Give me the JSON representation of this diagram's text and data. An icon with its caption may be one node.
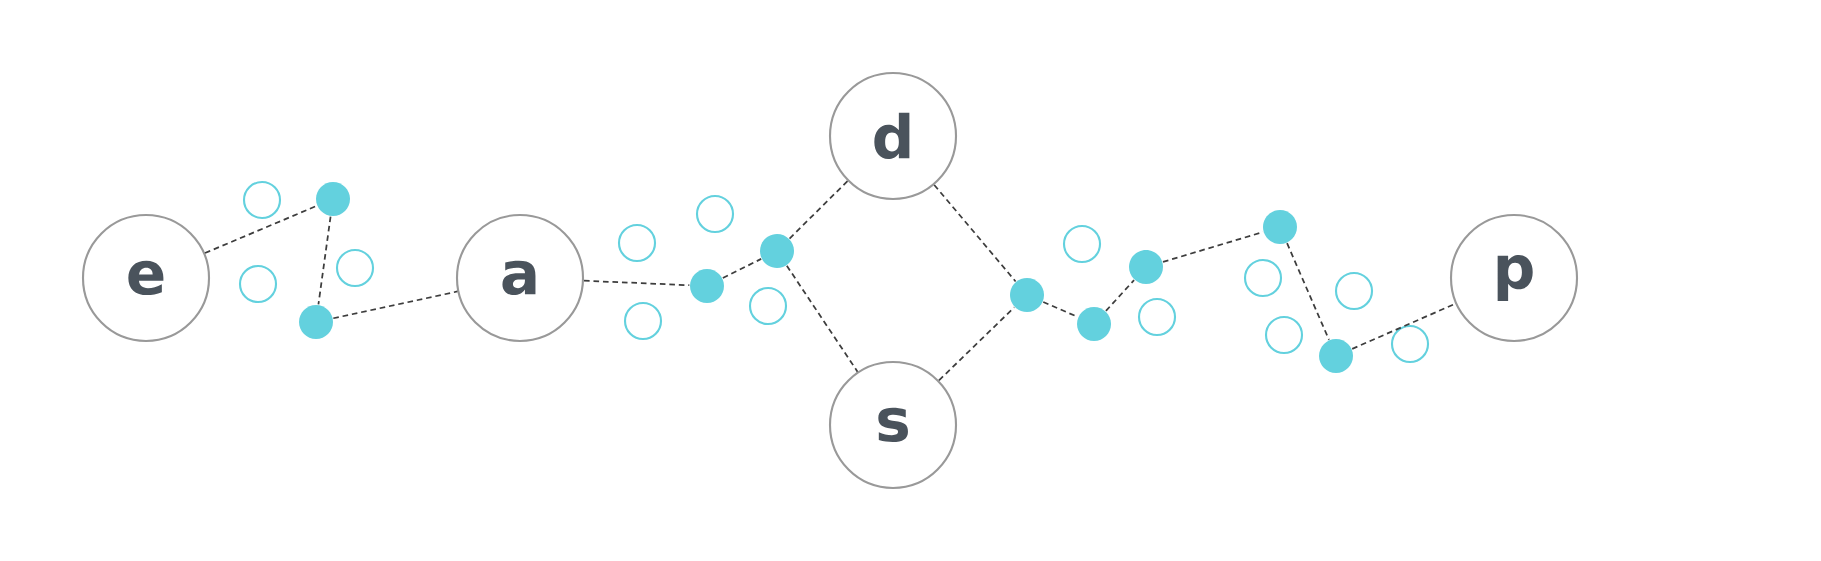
{
  "diagram": {
    "nodes": [
      {
        "text": [
          "e"
        ]
      },
      {
        "text": [],
        "shape": "circle"
      },
      {
        "text": [],
        "shape": "dot"
      },
      {
        "text": [],
        "shape": "circle"
      },
      {
        "text": [],
        "shape": "circle"
      },
      {
        "text": [],
        "shape": "dot"
      },
      {
        "text": [
          "a"
        ]
      },
      {
        "text": [],
        "shape": "circle"
      },
      {
        "text": [],
        "shape": "circle"
      },
      {
        "text": [],
        "shape": "circle"
      },
      {
        "text": [],
        "shape": "dot"
      },
      {
        "text": [],
        "shape": "dot"
      },
      {
        "text": [],
        "shape": "circle"
      },
      {
        "text": [
          "d"
        ]
      },
      {
        "text": [
          "s"
        ]
      },
      {
        "text": [],
        "shape": "dot"
      },
      {
        "text": [],
        "shape": "circle"
      },
      {
        "text": [],
        "shape": "dot"
      },
      {
        "text": [],
        "shape": "dot"
      },
      {
        "text": [],
        "shape": "circle"
      },
      {
        "text": [],
        "shape": "circle"
      },
      {
        "text": [],
        "shape": "dot"
      },
      {
        "text": [],
        "shape": "circle"
      },
      {
        "text": [],
        "shape": "dot"
      },
      {
        "text": [],
        "shape": "circle"
      },
      {
        "text": [],
        "shape": "circle"
      },
      {
        "text": [
          "p"
        ]
      }
    ],
    "edges": [
      {
        "from": 0,
        "to": 2,
        "arrow": "none"
      },
      {
        "from": 2,
        "to": 5,
        "arrow": "none"
      },
      {
        "from": 5,
        "to": 6,
        "arrow": "none"
      },
      {
        "from": 6,
        "to": 10,
        "arrow": "none"
      },
      {
        "from": 10,
        "to": 11,
        "arrow": "none"
      },
      {
        "from": 11,
        "to": 13,
        "arrow": "none"
      },
      {
        "from": 11,
        "to": 14,
        "arrow": "none"
      },
      {
        "from": 13,
        "to": 15,
        "arrow": "none"
      },
      {
        "from": 14,
        "to": 15,
        "arrow": "none"
      },
      {
        "from": 15,
        "to": 17,
        "arrow": "none"
      },
      {
        "from": 17,
        "to": 18,
        "arrow": "none"
      },
      {
        "from": 18,
        "to": 21,
        "arrow": "none"
      },
      {
        "from": 21,
        "to": 23,
        "arrow": "none"
      },
      {
        "from": 23,
        "to": 26,
        "arrow": "none"
      }
    ]
  }
}
